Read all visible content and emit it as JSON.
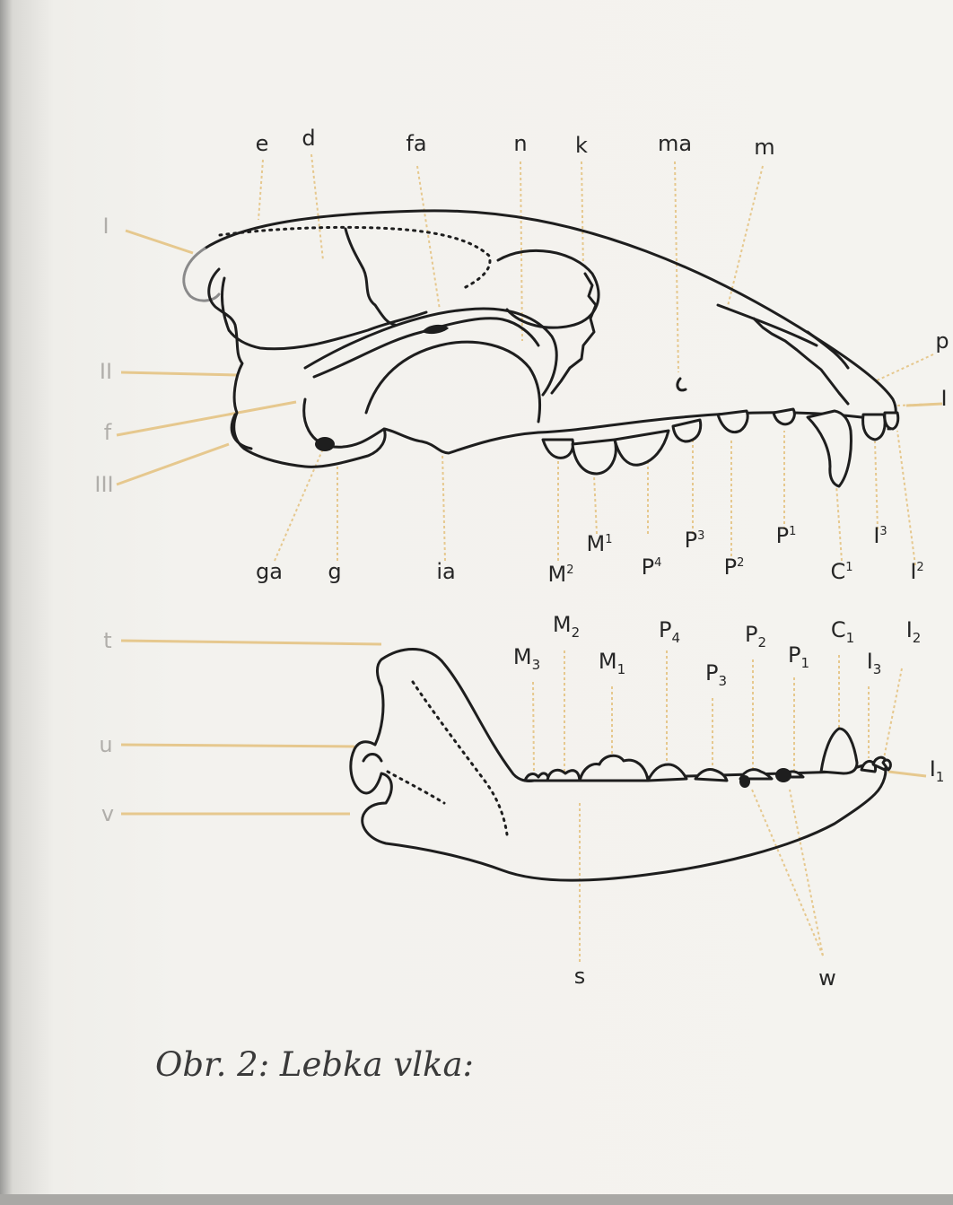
{
  "figure": {
    "caption": "Obr. 2: Lebka vlka:",
    "colors": {
      "bone_outline": "#1e1e1e",
      "leader_line": "#e6c88e",
      "label_text": "#262626",
      "faint_label_text": "#b0aeaa",
      "page": "#f3f2ee"
    },
    "skull_labels": {
      "e": "e",
      "d": "d",
      "fa": "fa",
      "n": "n",
      "k": "k",
      "ma": "ma",
      "m": "m",
      "p": "p",
      "i_left": "I",
      "i_right": "I",
      "ii": "II",
      "f": "f",
      "iii": "III",
      "ga": "ga",
      "g": "g",
      "ia": "ia",
      "M2": "M",
      "M2_n": "2",
      "M1": "M",
      "M1_n": "1",
      "P4": "P",
      "P4_n": "4",
      "P3": "P",
      "P3_n": "3",
      "P2": "P",
      "P2_n": "2",
      "P1": "P",
      "P1_n": "1",
      "C1": "C",
      "C1_n": "1",
      "I3": "I",
      "I3_n": "3",
      "I2": "I",
      "I2_n": "2"
    },
    "jaw_labels": {
      "t": "t",
      "u": "u",
      "v": "v",
      "s": "s",
      "w": "w",
      "M3": "M",
      "M3_n": "3",
      "M2": "M",
      "M2_n": "2",
      "M1": "M",
      "M1_n": "1",
      "P4": "P",
      "P4_n": "4",
      "P3": "P",
      "P3_n": "3",
      "P2": "P",
      "P2_n": "2",
      "P1": "P",
      "P1_n": "1",
      "C1": "C",
      "C1_n": "1",
      "I3": "I",
      "I3_n": "3",
      "I2": "I",
      "I2_n": "2",
      "I1": "I",
      "I1_n": "1"
    }
  }
}
